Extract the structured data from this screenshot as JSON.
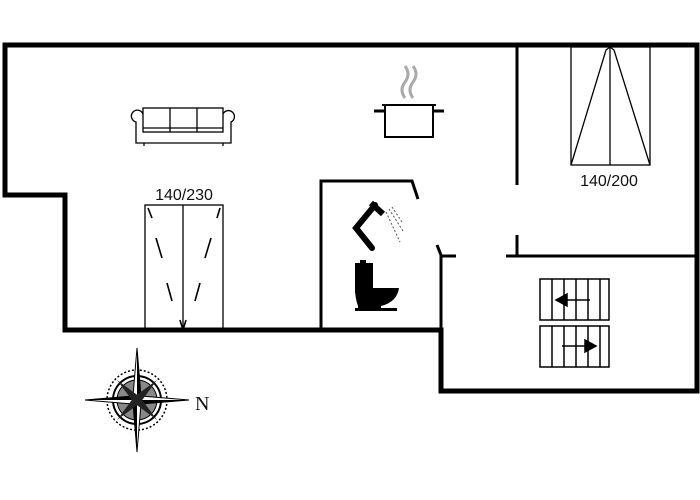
{
  "plan": {
    "labels": {
      "window_size": "140/230",
      "bed_size": "140/200",
      "compass_direction": "N"
    },
    "icons": [
      "sofa-icon",
      "cooking-pot-icon",
      "bed-icon",
      "double-door-icon",
      "shower-icon",
      "toilet-icon",
      "stairs-icon",
      "compass-rose-icon"
    ],
    "colors": {
      "wall": "#000000",
      "background": "#ffffff"
    }
  }
}
